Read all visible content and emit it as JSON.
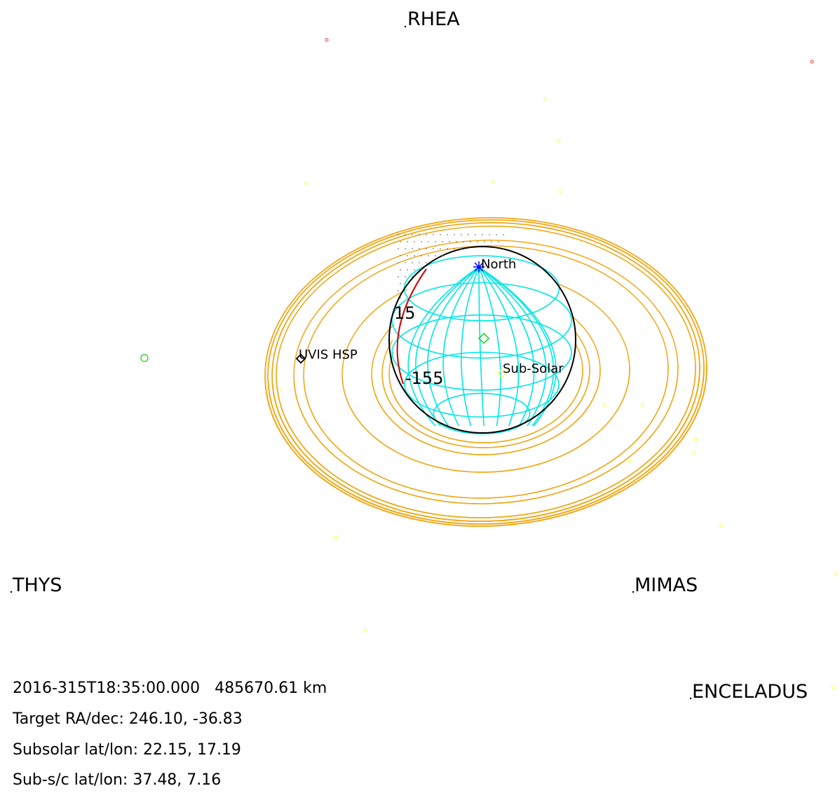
{
  "colors": {
    "rings": "#f0a818",
    "globe_grid": "#00e5e5",
    "limb": "#000000",
    "terminator": "#cc0000",
    "stars": "#ffff66",
    "red_points": "#ff3333",
    "green_marker": "#22cc22",
    "pole_marker": "#0000ff"
  },
  "moons": {
    "rhea": "RHEA",
    "tethys": "THYS",
    "mimas": "MIMAS",
    "enceladus": "ENCELADUS"
  },
  "labels": {
    "north": "North",
    "sub_solar": "Sub-Solar",
    "instrument": "UVIS HSP",
    "lon_upper": "15",
    "lon_lower": "-155"
  },
  "info": {
    "line1": "2016-315T18:35:00.000   485670.61 km",
    "line2": "Target RA/dec: 246.10, -36.83",
    "line3": "Subsolar lat/lon: 22.15, 17.19",
    "line4": "Sub-s/c lat/lon: 37.48, 7.16"
  }
}
